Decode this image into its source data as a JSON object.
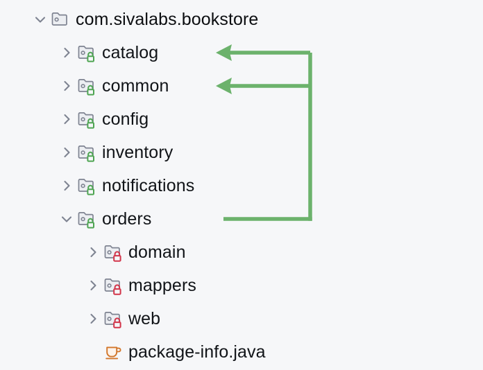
{
  "view": {
    "name": "project-tree",
    "background_color": "#f6f7f9",
    "text_color": "#111418"
  },
  "tree": {
    "root": {
      "label": "com.sivalabs.bookstore",
      "icon": "package-folder-icon",
      "expanded": true,
      "indent": 0,
      "chevron": "chevron-down-icon"
    },
    "items": [
      {
        "label": "catalog",
        "icon": "package-folder-unlocked-icon",
        "lock": "open",
        "lock_color": "#4fa553",
        "expanded": false,
        "indent": 1,
        "chevron": "chevron-right-icon"
      },
      {
        "label": "common",
        "icon": "package-folder-unlocked-icon",
        "lock": "open",
        "lock_color": "#4fa553",
        "expanded": false,
        "indent": 1,
        "chevron": "chevron-right-icon"
      },
      {
        "label": "config",
        "icon": "package-folder-unlocked-icon",
        "lock": "open",
        "lock_color": "#4fa553",
        "expanded": false,
        "indent": 1,
        "chevron": "chevron-right-icon"
      },
      {
        "label": "inventory",
        "icon": "package-folder-unlocked-icon",
        "lock": "open",
        "lock_color": "#4fa553",
        "expanded": false,
        "indent": 1,
        "chevron": "chevron-right-icon"
      },
      {
        "label": "notifications",
        "icon": "package-folder-unlocked-icon",
        "lock": "open",
        "lock_color": "#4fa553",
        "expanded": false,
        "indent": 1,
        "chevron": "chevron-right-icon"
      },
      {
        "label": "orders",
        "icon": "package-folder-unlocked-icon",
        "lock": "open",
        "lock_color": "#4fa553",
        "expanded": true,
        "indent": 1,
        "chevron": "chevron-down-icon"
      },
      {
        "label": "domain",
        "icon": "package-folder-locked-icon",
        "lock": "closed",
        "lock_color": "#d2354a",
        "expanded": false,
        "indent": 2,
        "chevron": "chevron-right-icon"
      },
      {
        "label": "mappers",
        "icon": "package-folder-locked-icon",
        "lock": "closed",
        "lock_color": "#d2354a",
        "expanded": false,
        "indent": 2,
        "chevron": "chevron-right-icon"
      },
      {
        "label": "web",
        "icon": "package-folder-locked-icon",
        "lock": "closed",
        "lock_color": "#d2354a",
        "expanded": false,
        "indent": 2,
        "chevron": "chevron-right-icon"
      },
      {
        "label": "package-info.java",
        "icon": "java-file-icon",
        "lock": "none",
        "lock_color": "#d2762a",
        "expanded": false,
        "indent": 2,
        "chevron": "none"
      }
    ]
  },
  "annotation": {
    "name": "dependency-arrows",
    "color": "#6cb26c",
    "description": "orders depends on catalog and common",
    "arrow_targets": [
      "catalog",
      "common"
    ],
    "source": "orders"
  }
}
